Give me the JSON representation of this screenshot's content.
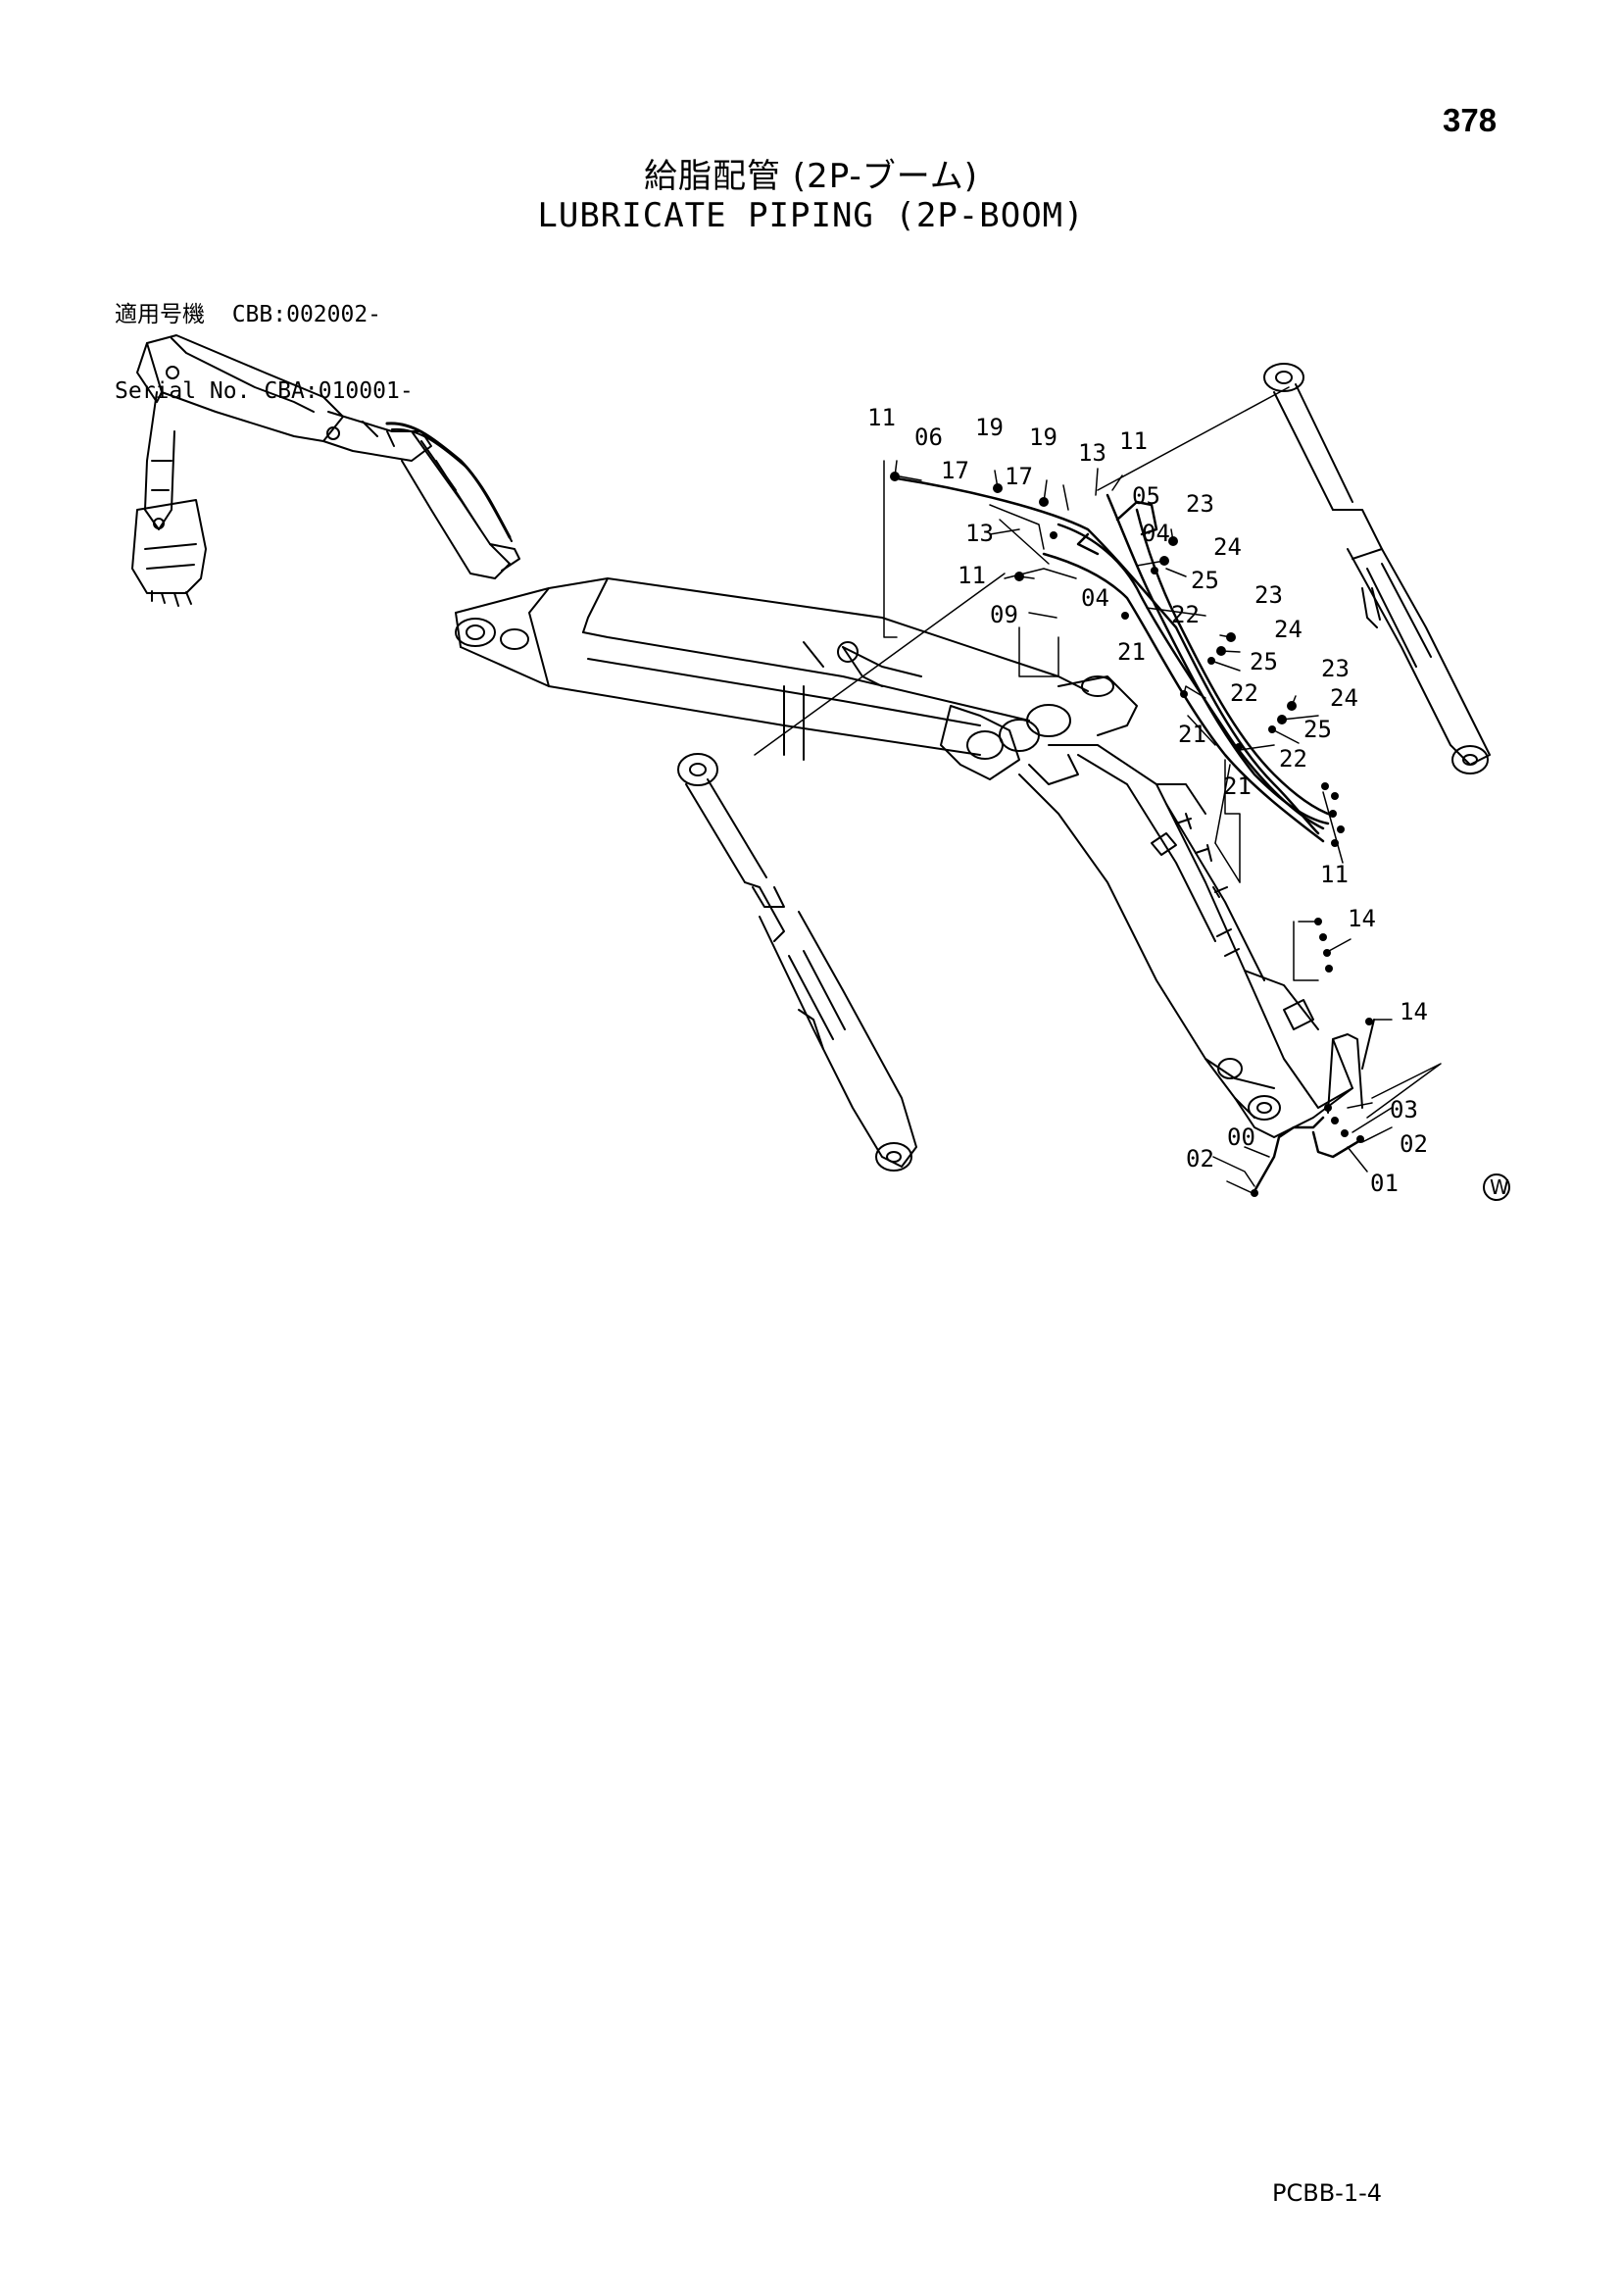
{
  "header": {
    "page_number": "378",
    "title_ja": "給脂配管 (2P-ブーム)",
    "title_en": "LUBRICATE PIPING (2P-BOOM)",
    "model_label": "適用号機",
    "model_value": "CBB:002002-",
    "serial_label": "Serial No.",
    "serial_value": "CBA:010001-"
  },
  "diagram": {
    "callouts": [
      {
        "id": "c1",
        "text": "11"
      },
      {
        "id": "c2",
        "text": "06"
      },
      {
        "id": "c3",
        "text": "19"
      },
      {
        "id": "c4",
        "text": "19"
      },
      {
        "id": "c5",
        "text": "13"
      },
      {
        "id": "c6",
        "text": "11"
      },
      {
        "id": "c7",
        "text": "17"
      },
      {
        "id": "c8",
        "text": "17"
      },
      {
        "id": "c9",
        "text": "05"
      },
      {
        "id": "c10",
        "text": "23"
      },
      {
        "id": "c11",
        "text": "13"
      },
      {
        "id": "c12",
        "text": "04"
      },
      {
        "id": "c13",
        "text": "24"
      },
      {
        "id": "c14",
        "text": "11"
      },
      {
        "id": "c15",
        "text": "25"
      },
      {
        "id": "c16",
        "text": "04"
      },
      {
        "id": "c17",
        "text": "09"
      },
      {
        "id": "c18",
        "text": "22"
      },
      {
        "id": "c19",
        "text": "23"
      },
      {
        "id": "c20",
        "text": "21"
      },
      {
        "id": "c21",
        "text": "24"
      },
      {
        "id": "c22",
        "text": "25"
      },
      {
        "id": "c23",
        "text": "23"
      },
      {
        "id": "c24",
        "text": "22"
      },
      {
        "id": "c25",
        "text": "24"
      },
      {
        "id": "c26",
        "text": "21"
      },
      {
        "id": "c27",
        "text": "25"
      },
      {
        "id": "c28",
        "text": "22"
      },
      {
        "id": "c29",
        "text": "21"
      },
      {
        "id": "c30",
        "text": "11"
      },
      {
        "id": "c31",
        "text": "14"
      },
      {
        "id": "c32",
        "text": "14"
      },
      {
        "id": "c33",
        "text": "03"
      },
      {
        "id": "c34",
        "text": "00"
      },
      {
        "id": "c35",
        "text": "02"
      },
      {
        "id": "c36",
        "text": "02"
      },
      {
        "id": "c37",
        "text": "01"
      }
    ],
    "marker": "W"
  },
  "footer": {
    "code": "PCBB-1-4"
  }
}
